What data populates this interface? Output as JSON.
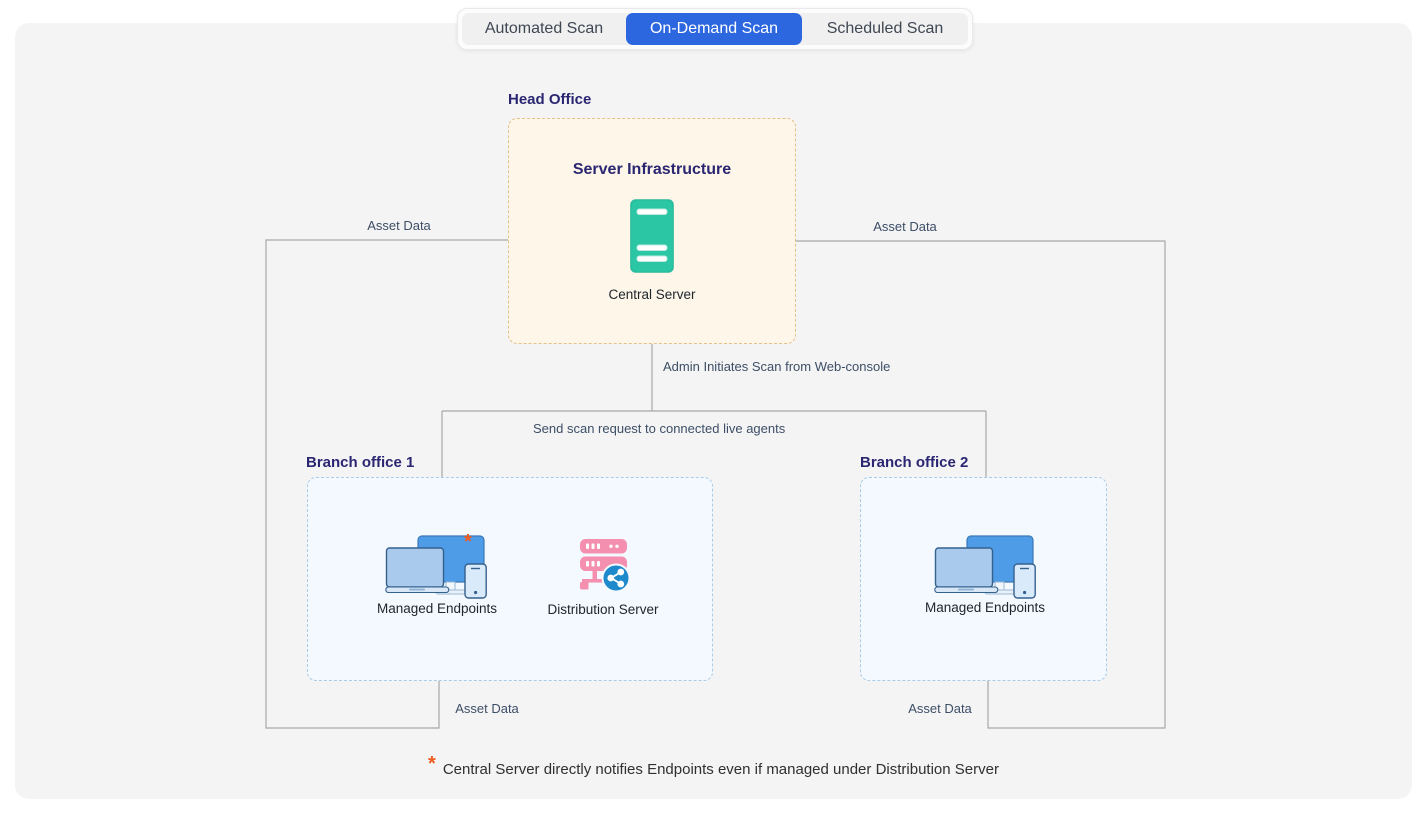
{
  "tabs": {
    "items": [
      {
        "label": "Automated Scan",
        "active": false
      },
      {
        "label": "On-Demand Scan",
        "active": true
      },
      {
        "label": "Scheduled Scan",
        "active": false
      }
    ]
  },
  "head_office": {
    "title": "Head Office",
    "infrastructure_label": "Server Infrastructure",
    "server_label": "Central Server"
  },
  "branch_office_1": {
    "title": "Branch office 1",
    "endpoints_label": "Managed Endpoints",
    "endpoints_asterisk": "*",
    "distribution_label": "Distribution Server"
  },
  "branch_office_2": {
    "title": "Branch office 2",
    "endpoints_label": "Managed Endpoints"
  },
  "connections": {
    "asset_data_top_left": "Asset Data",
    "asset_data_top_right": "Asset Data",
    "asset_data_bottom_left": "Asset Data",
    "asset_data_bottom_right": "Asset Data",
    "admin_initiates": "Admin Initiates Scan from Web-console",
    "send_scan_request": "Send scan request to connected live agents"
  },
  "footnote": {
    "asterisk": "*",
    "text": "Central Server directly notifies Endpoints even if managed under Distribution Server"
  },
  "colors": {
    "active_tab_blue": "#2C67E0",
    "heading_indigo": "#2B2672",
    "head_office_fill": "#FDF6E9",
    "head_office_border": "#E4C18B",
    "branch_fill": "#F3F9FE",
    "branch_border": "#AACBE5",
    "server_teal": "#2BC7A4",
    "distribution_pink": "#F48FB0",
    "share_blue": "#1E89CB",
    "asterisk_orange": "#F05A1E",
    "connector_gray": "#A8A8A8"
  }
}
